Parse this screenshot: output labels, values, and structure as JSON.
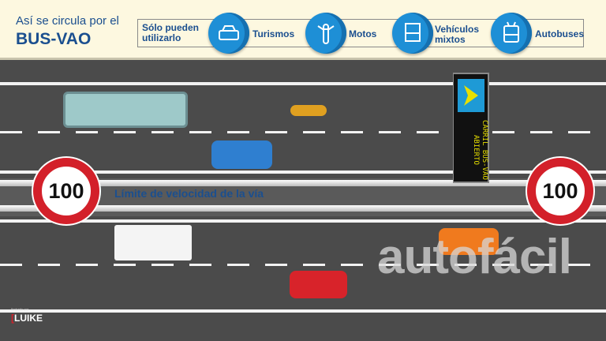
{
  "header": {
    "intro": "Así se circula por el",
    "title": "BUS-VAO",
    "only_label": "Sólo pueden utilizarlo",
    "vehicles": [
      {
        "label": "Turismos",
        "icon": "car-icon"
      },
      {
        "label": "Motos",
        "icon": "motorcycle-icon"
      },
      {
        "label": "Vehículos mixtos",
        "icon": "van-icon"
      },
      {
        "label": "Autobuses",
        "icon": "bus-icon"
      }
    ]
  },
  "speed_sign_left": "100",
  "speed_sign_right": "100",
  "speed_text": "Límite de velocidad de la vía",
  "panel": {
    "text": "CARRIL BUS-VAO ABIERTO",
    "accent": "#1e9ad6",
    "text_color": "#e8e000"
  },
  "watermark": "autofácil",
  "credit": {
    "small": "Ilustrado por",
    "brand": "LUIKE"
  },
  "colors": {
    "brand_blue": "#1b4f8f",
    "sign_red": "#d3202a",
    "road": "#4b4b4b",
    "header_bg": "#fdf8e0"
  }
}
